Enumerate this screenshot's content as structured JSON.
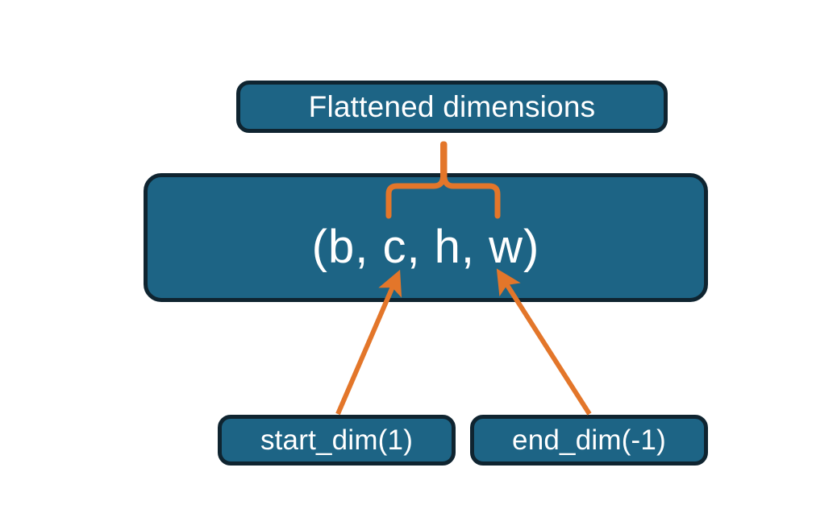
{
  "diagram": {
    "title": "PyTorch flatten start_dim / end_dim illustration",
    "background_color": "#FFFFFF",
    "node_fill_color": "#1D6485",
    "node_border_color": "#0F2430",
    "node_text_color": "#FFFFFF",
    "accent_color": "#E3762A"
  },
  "nodes": {
    "flattened": {
      "label": "Flattened dimensions"
    },
    "shape": {
      "label": "(b, c, h, w)",
      "dims": [
        "b",
        "c",
        "h",
        "w"
      ]
    },
    "start_dim": {
      "label": "start_dim(1)"
    },
    "end_dim": {
      "label": "end_dim(-1)"
    }
  },
  "connectors": {
    "brace": {
      "name": "curly-brace-up",
      "color": "#E3762A",
      "spans_dims": [
        "c",
        "h",
        "w"
      ],
      "points_to": "flattened"
    },
    "arrow_start_dim": {
      "name": "arrow-up-right",
      "color": "#E3762A",
      "from": "start_dim",
      "to_dim": "c"
    },
    "arrow_end_dim": {
      "name": "arrow-up-left",
      "color": "#E3762A",
      "from": "end_dim",
      "to_dim": "w"
    }
  }
}
